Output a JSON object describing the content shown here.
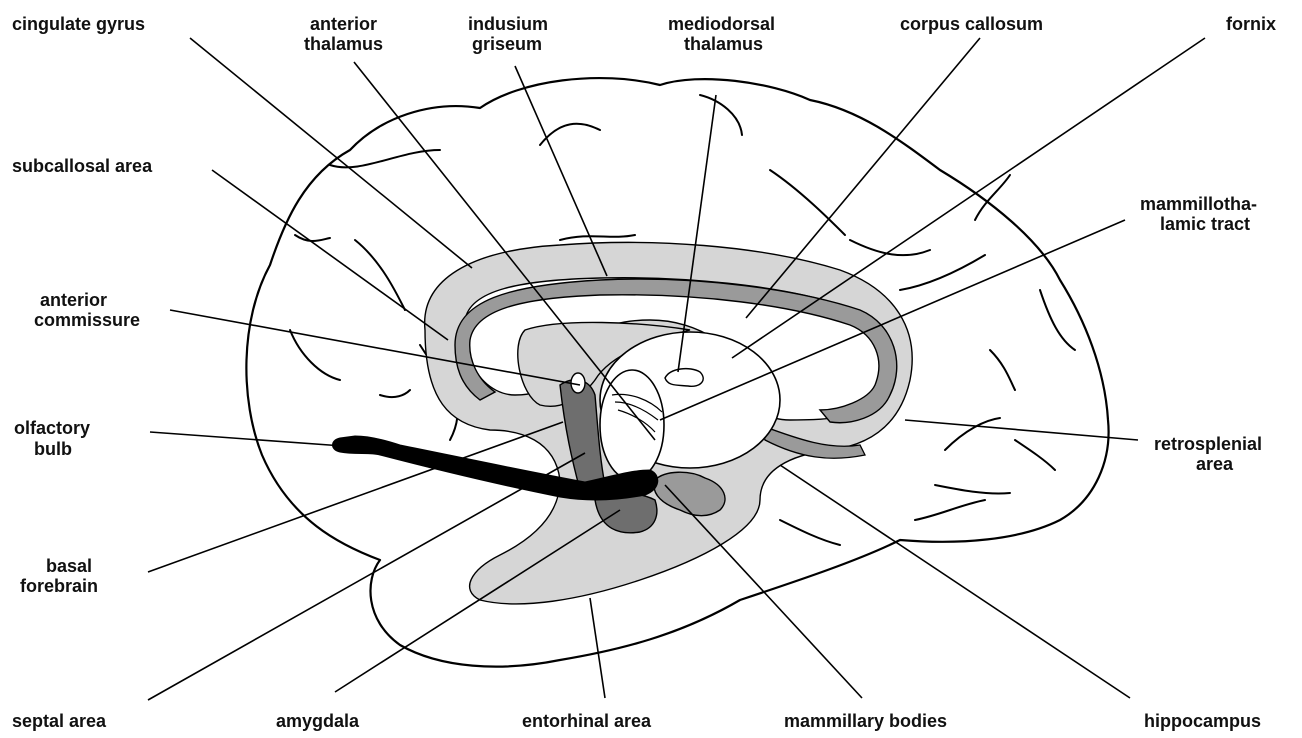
{
  "diagram": {
    "labels": {
      "cingulate_gyrus": "cingulate gyrus",
      "anterior_thalamus_1": "anterior",
      "anterior_thalamus_2": "thalamus",
      "indusium_griseum_1": "indusium",
      "indusium_griseum_2": "griseum",
      "mediodorsal_thalamus_1": "mediodorsal",
      "mediodorsal_thalamus_2": "thalamus",
      "corpus_callosum": "corpus callosum",
      "fornix": "fornix",
      "subcallosal_area": "subcallosal area",
      "mammillothalamic_tract_1": "mammillotha-",
      "mammillothalamic_tract_2": "lamic tract",
      "anterior_commissure_1": "anterior",
      "anterior_commissure_2": "commissure",
      "olfactory_bulb_1": "olfactory",
      "olfactory_bulb_2": "bulb",
      "retrosplenial_area_1": "retrosplenial",
      "retrosplenial_area_2": "area",
      "basal_forebrain_1": "basal",
      "basal_forebrain_2": "forebrain",
      "septal_area": "septal area",
      "amygdala": "amygdala",
      "entorhinal_area": "entorhinal area",
      "mammillary_bodies": "mammillary bodies",
      "hippocampus": "hippocampus"
    },
    "colors": {
      "light_gray": "#d6d6d6",
      "mid_gray": "#9a9a9a",
      "dark_gray": "#6e6e6e",
      "black": "#000000",
      "background": "#ffffff"
    }
  }
}
